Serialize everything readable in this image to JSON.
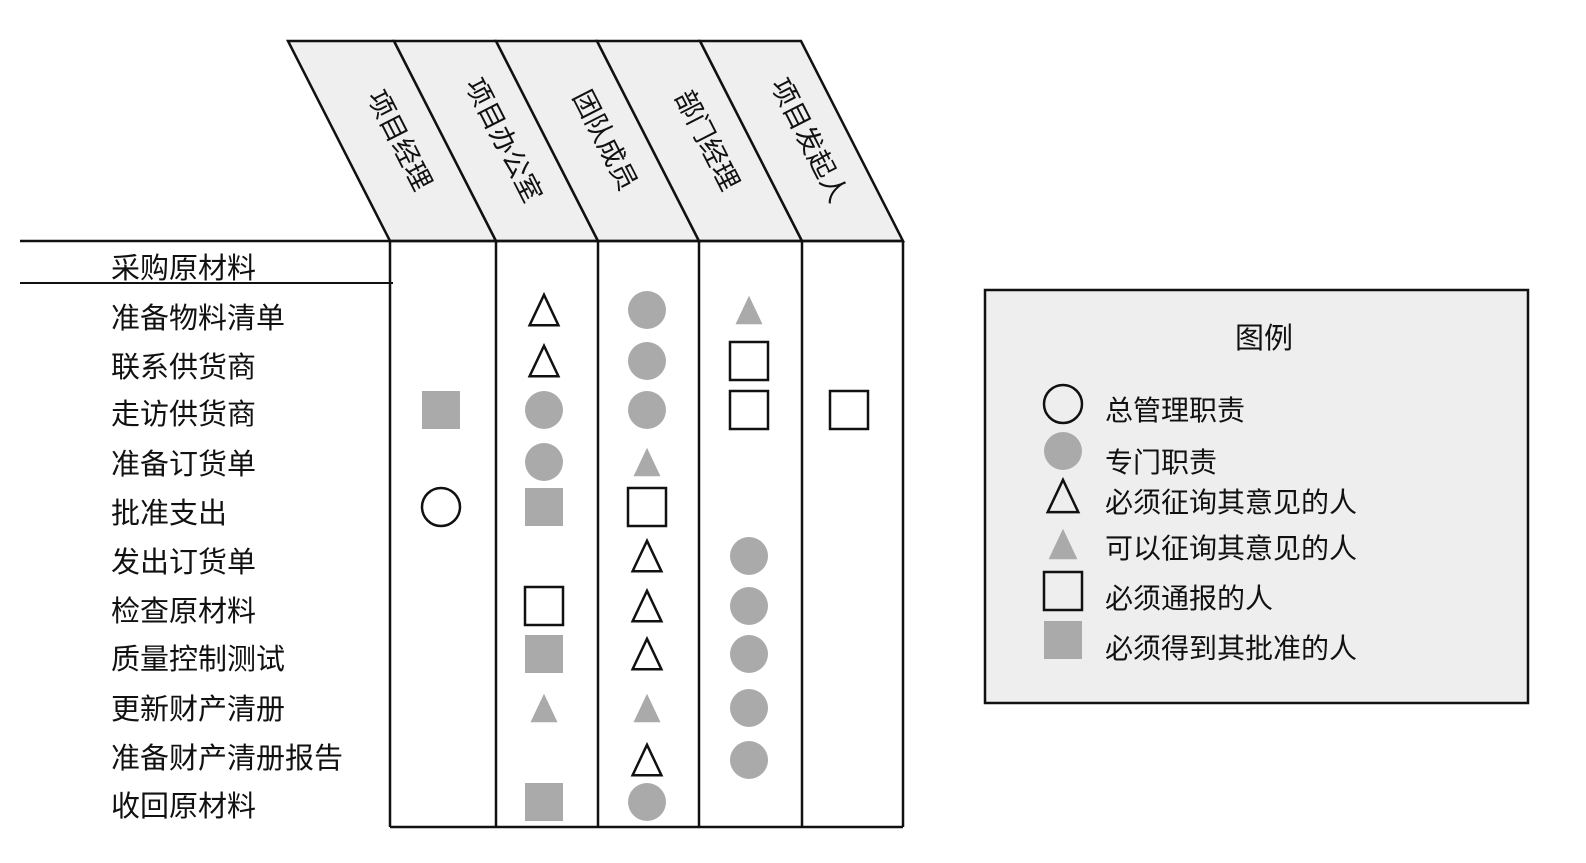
{
  "roles": [
    "项目经理",
    "项目办公室",
    "团队成员",
    "部门经理",
    "项目发起人"
  ],
  "tasks": [
    {
      "label": "采购原材料",
      "marks": [
        null,
        null,
        null,
        null,
        null
      ]
    },
    {
      "label": "准备物料清单",
      "marks": [
        null,
        "triangle-open",
        "circle-filled",
        "triangle-filled",
        null
      ]
    },
    {
      "label": "联系供货商",
      "marks": [
        null,
        "triangle-open",
        "circle-filled",
        "square-open",
        null
      ]
    },
    {
      "label": "走访供货商",
      "marks": [
        "square-filled",
        "circle-filled",
        "circle-filled",
        "square-open",
        "square-open"
      ]
    },
    {
      "label": "准备订货单",
      "marks": [
        null,
        "circle-filled",
        "triangle-filled",
        null,
        null
      ]
    },
    {
      "label": "批准支出",
      "marks": [
        "circle-open",
        "square-filled",
        "square-open",
        null,
        null
      ]
    },
    {
      "label": "发出订货单",
      "marks": [
        null,
        null,
        "triangle-open",
        "circle-filled",
        null
      ]
    },
    {
      "label": "检查原材料",
      "marks": [
        null,
        "square-open",
        "triangle-open",
        "circle-filled",
        null
      ]
    },
    {
      "label": "质量控制测试",
      "marks": [
        null,
        "square-filled",
        "triangle-open",
        "circle-filled",
        null
      ]
    },
    {
      "label": "更新财产清册",
      "marks": [
        null,
        "triangle-filled",
        "triangle-filled",
        "circle-filled",
        null
      ]
    },
    {
      "label": "准备财产清册报告",
      "marks": [
        null,
        null,
        "triangle-open",
        "circle-filled",
        null
      ]
    },
    {
      "label": "收回原材料",
      "marks": [
        null,
        "square-filled",
        "circle-filled",
        null,
        null
      ]
    }
  ],
  "legend": {
    "title": "图例",
    "items": [
      {
        "symbol": "circle-open",
        "label": "总管理职责"
      },
      {
        "symbol": "circle-filled",
        "label": "专门职责"
      },
      {
        "symbol": "triangle-open",
        "label": "必须征询其意见的人"
      },
      {
        "symbol": "triangle-filled",
        "label": "可以征询其意见的人"
      },
      {
        "symbol": "square-open",
        "label": "必须通报的人"
      },
      {
        "symbol": "square-filled",
        "label": "必须得到其批准的人"
      }
    ]
  },
  "colors": {
    "line": "#111111",
    "filled_symbol": "#aaaaaa",
    "header_fill": "#efefef",
    "legend_fill": "#eeeeee"
  }
}
